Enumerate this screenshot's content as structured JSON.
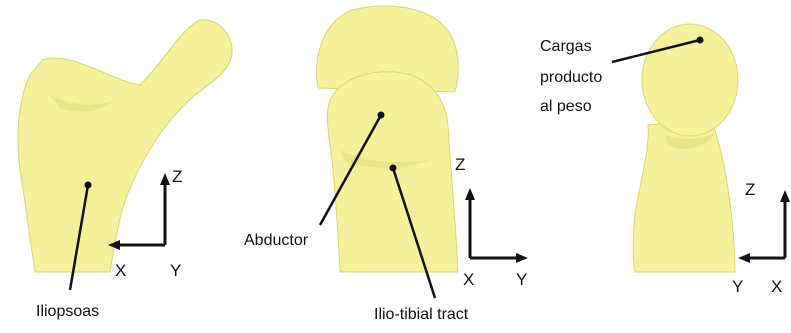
{
  "colors": {
    "bone_fill": "#f4f19a",
    "bone_stroke": "#d8d574",
    "bone_shade": "#e2df82",
    "ink": "#111111"
  },
  "panels": [
    {
      "muscle_labels": [
        "Iliopsoas"
      ],
      "axes": {
        "vertical": "Z",
        "horizontal_end": "X",
        "corner": "Y"
      }
    },
    {
      "muscle_labels": [
        "Abductor",
        "Ilio-tibial tract"
      ],
      "axes": {
        "vertical": "Z",
        "corner": "X",
        "horizontal_end": "Y"
      }
    },
    {
      "load_label_lines": [
        "Cargas",
        "producto",
        "al peso"
      ],
      "axes": {
        "vertical": "Z",
        "corner": "X",
        "horizontal_end": "Y"
      }
    }
  ]
}
